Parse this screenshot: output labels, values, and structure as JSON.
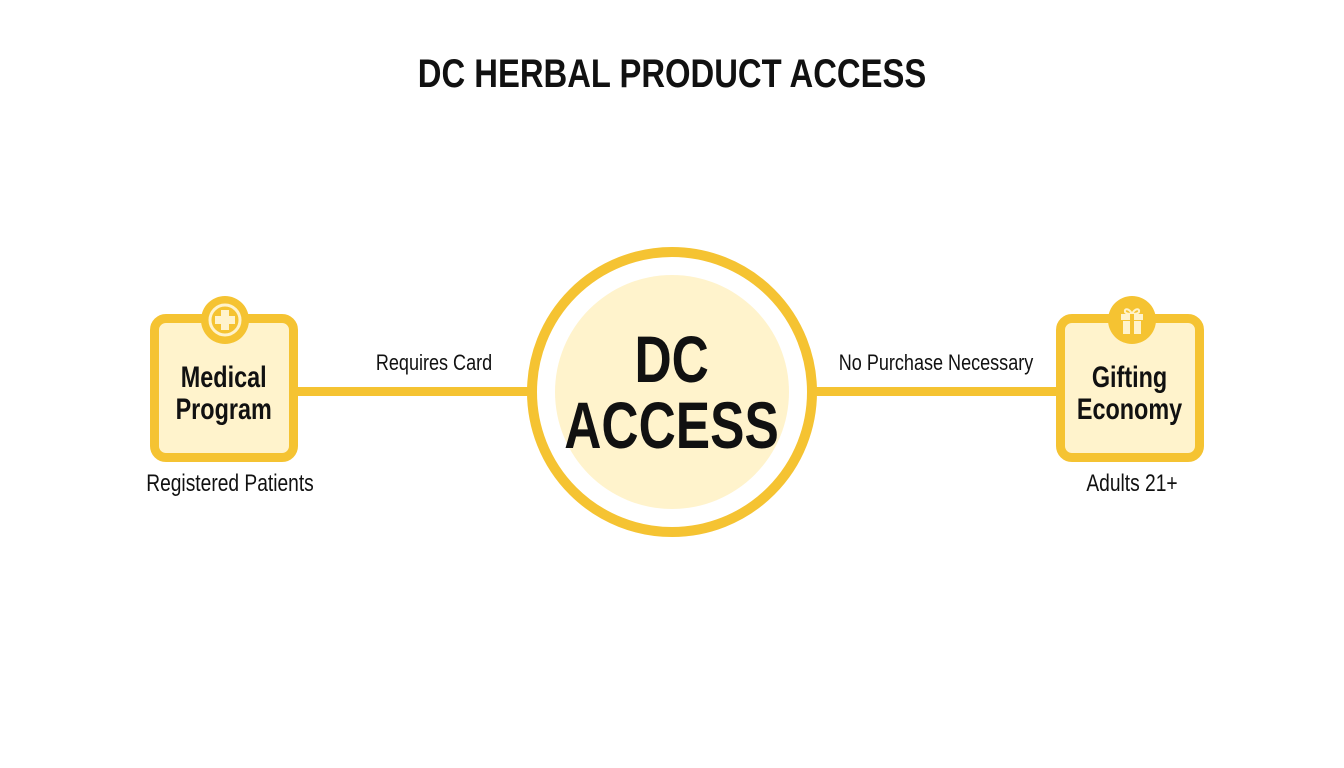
{
  "title": "DC HERBAL PRODUCT ACCESS",
  "hub": {
    "line1": "DC",
    "line2": "ACCESS",
    "icon": "none"
  },
  "nodes": [
    {
      "id": "medical",
      "label_line1": "Medical",
      "label_line2": "Program",
      "sublabel": "Registered Patients",
      "icon": "medical-cross-icon",
      "edge_label": "Requires Card"
    },
    {
      "id": "gifting",
      "label_line1": "Gifting",
      "label_line2": "Economy",
      "sublabel": "Adults 21+",
      "icon": "gift-icon",
      "edge_label": "No Purchase Necessary"
    }
  ],
  "colors": {
    "accent": "#F5C332",
    "fill": "#FFF3CC",
    "text": "#111111",
    "background": "#FFFFFF"
  }
}
